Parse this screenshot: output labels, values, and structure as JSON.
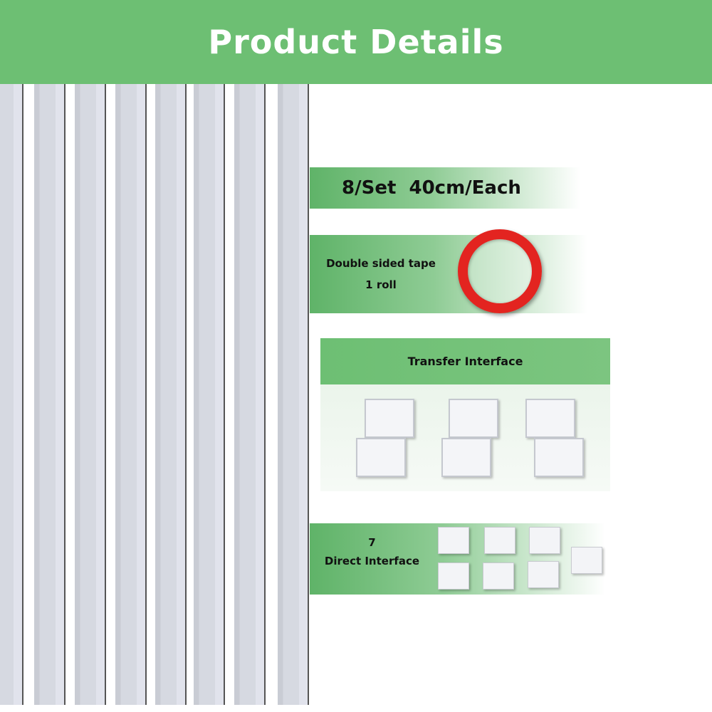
{
  "header": {
    "title": "Product Details"
  },
  "strips": {
    "count": 8,
    "label": "8/Set  40cm/Each"
  },
  "tape": {
    "line1": "Double sided tape",
    "line2": "1 roll",
    "color": "#e32420"
  },
  "transfer": {
    "title": "Transfer Interface"
  },
  "direct": {
    "count": "7",
    "label": "Direct Interface"
  },
  "colors": {
    "brand_green": "#6dbf73"
  }
}
